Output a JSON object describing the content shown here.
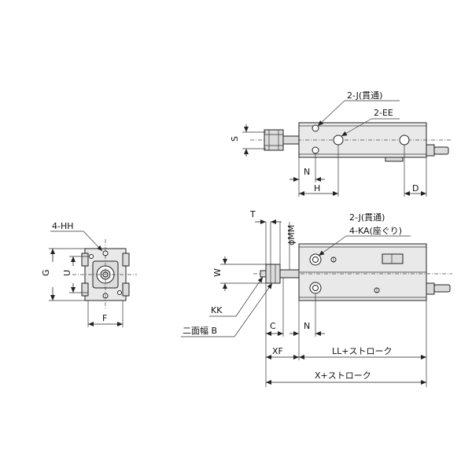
{
  "labels": {
    "j_through_top": "2-J(貫通)",
    "ee": "2-EE",
    "s": "S",
    "n_top": "N",
    "h": "H",
    "d": "D",
    "hh": "4-HH",
    "g": "G",
    "u": "U",
    "f": "F",
    "t": "T",
    "mm": "ϕMM",
    "w": "W",
    "j_through_bottom": "2-J(貫通)",
    "ka": "4-KA(座ぐり)",
    "kk": "KK",
    "b": "二面幅 B",
    "c": "C",
    "n_bottom": "N",
    "xf": "XF",
    "ll": "LL+ストローク",
    "x": "X+ストローク"
  }
}
